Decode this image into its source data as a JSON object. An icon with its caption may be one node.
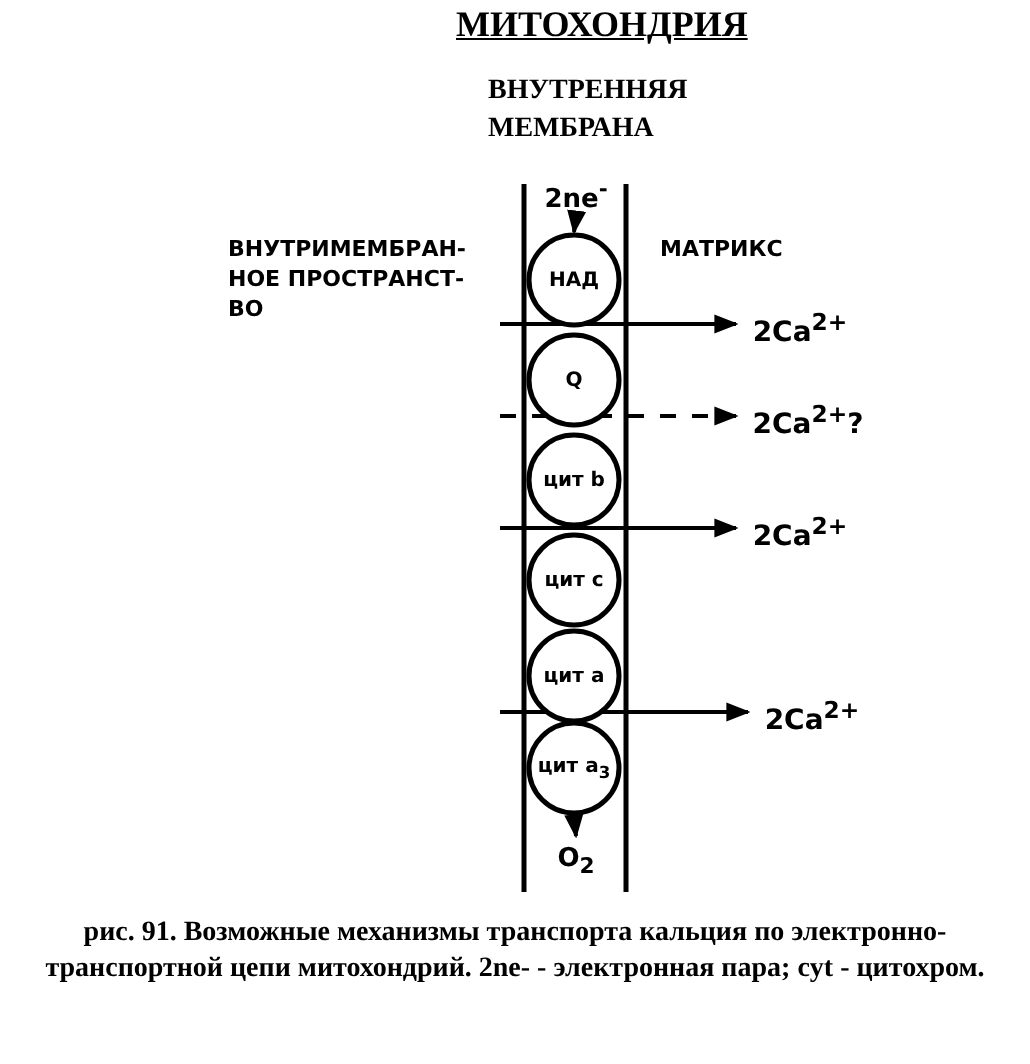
{
  "diagram": {
    "title": "МИТОХОНДРИЯ",
    "caption": "рис. 91. Возможные механизмы транспорта кальция по электронно-транспортной цепи митохондрий. 2ne- - электронная пара; cyt - цитохром.",
    "nodes": [
      {
        "text": [
          "2ne$^{-}$"
        ]
      },
      {
        "text": [
          "НАД"
        ]
      },
      {
        "text": [
          "Q"
        ]
      },
      {
        "text": [
          "цит b"
        ]
      },
      {
        "text": [
          "цит c"
        ]
      },
      {
        "text": [
          "цит a"
        ]
      },
      {
        "text": [
          "цит a$_{3}$"
        ]
      },
      {
        "text": [
          "O$_{2}$"
        ]
      },
      {
        "text": [
          "2Ca$^{2+}$"
        ]
      },
      {
        "text": [
          "2Ca$^{2+}$?"
        ]
      },
      {
        "text": [
          "2Ca$^{2+}$"
        ]
      },
      {
        "text": [
          "2Ca$^{2+}$"
        ]
      }
    ],
    "edges": [
      {
        "from": 0,
        "to": 1,
        "arrow": "to"
      },
      {
        "from": 6,
        "to": 7,
        "arrow": "to"
      },
      {
        "from": null,
        "to": 8,
        "arrow": "to"
      },
      {
        "from": null,
        "to": 9,
        "arrow": "to",
        "style": "dashed"
      },
      {
        "from": null,
        "to": 10,
        "arrow": "to"
      },
      {
        "from": null,
        "to": 11,
        "arrow": "to"
      }
    ],
    "labels": [
      "ВНУТРЕННЯЯ МЕМБРАНА",
      "ВНУТРИМЕМБРАН-НОЕ ПРОСТРАНСТ-ВО",
      "МАТРИКС"
    ]
  }
}
